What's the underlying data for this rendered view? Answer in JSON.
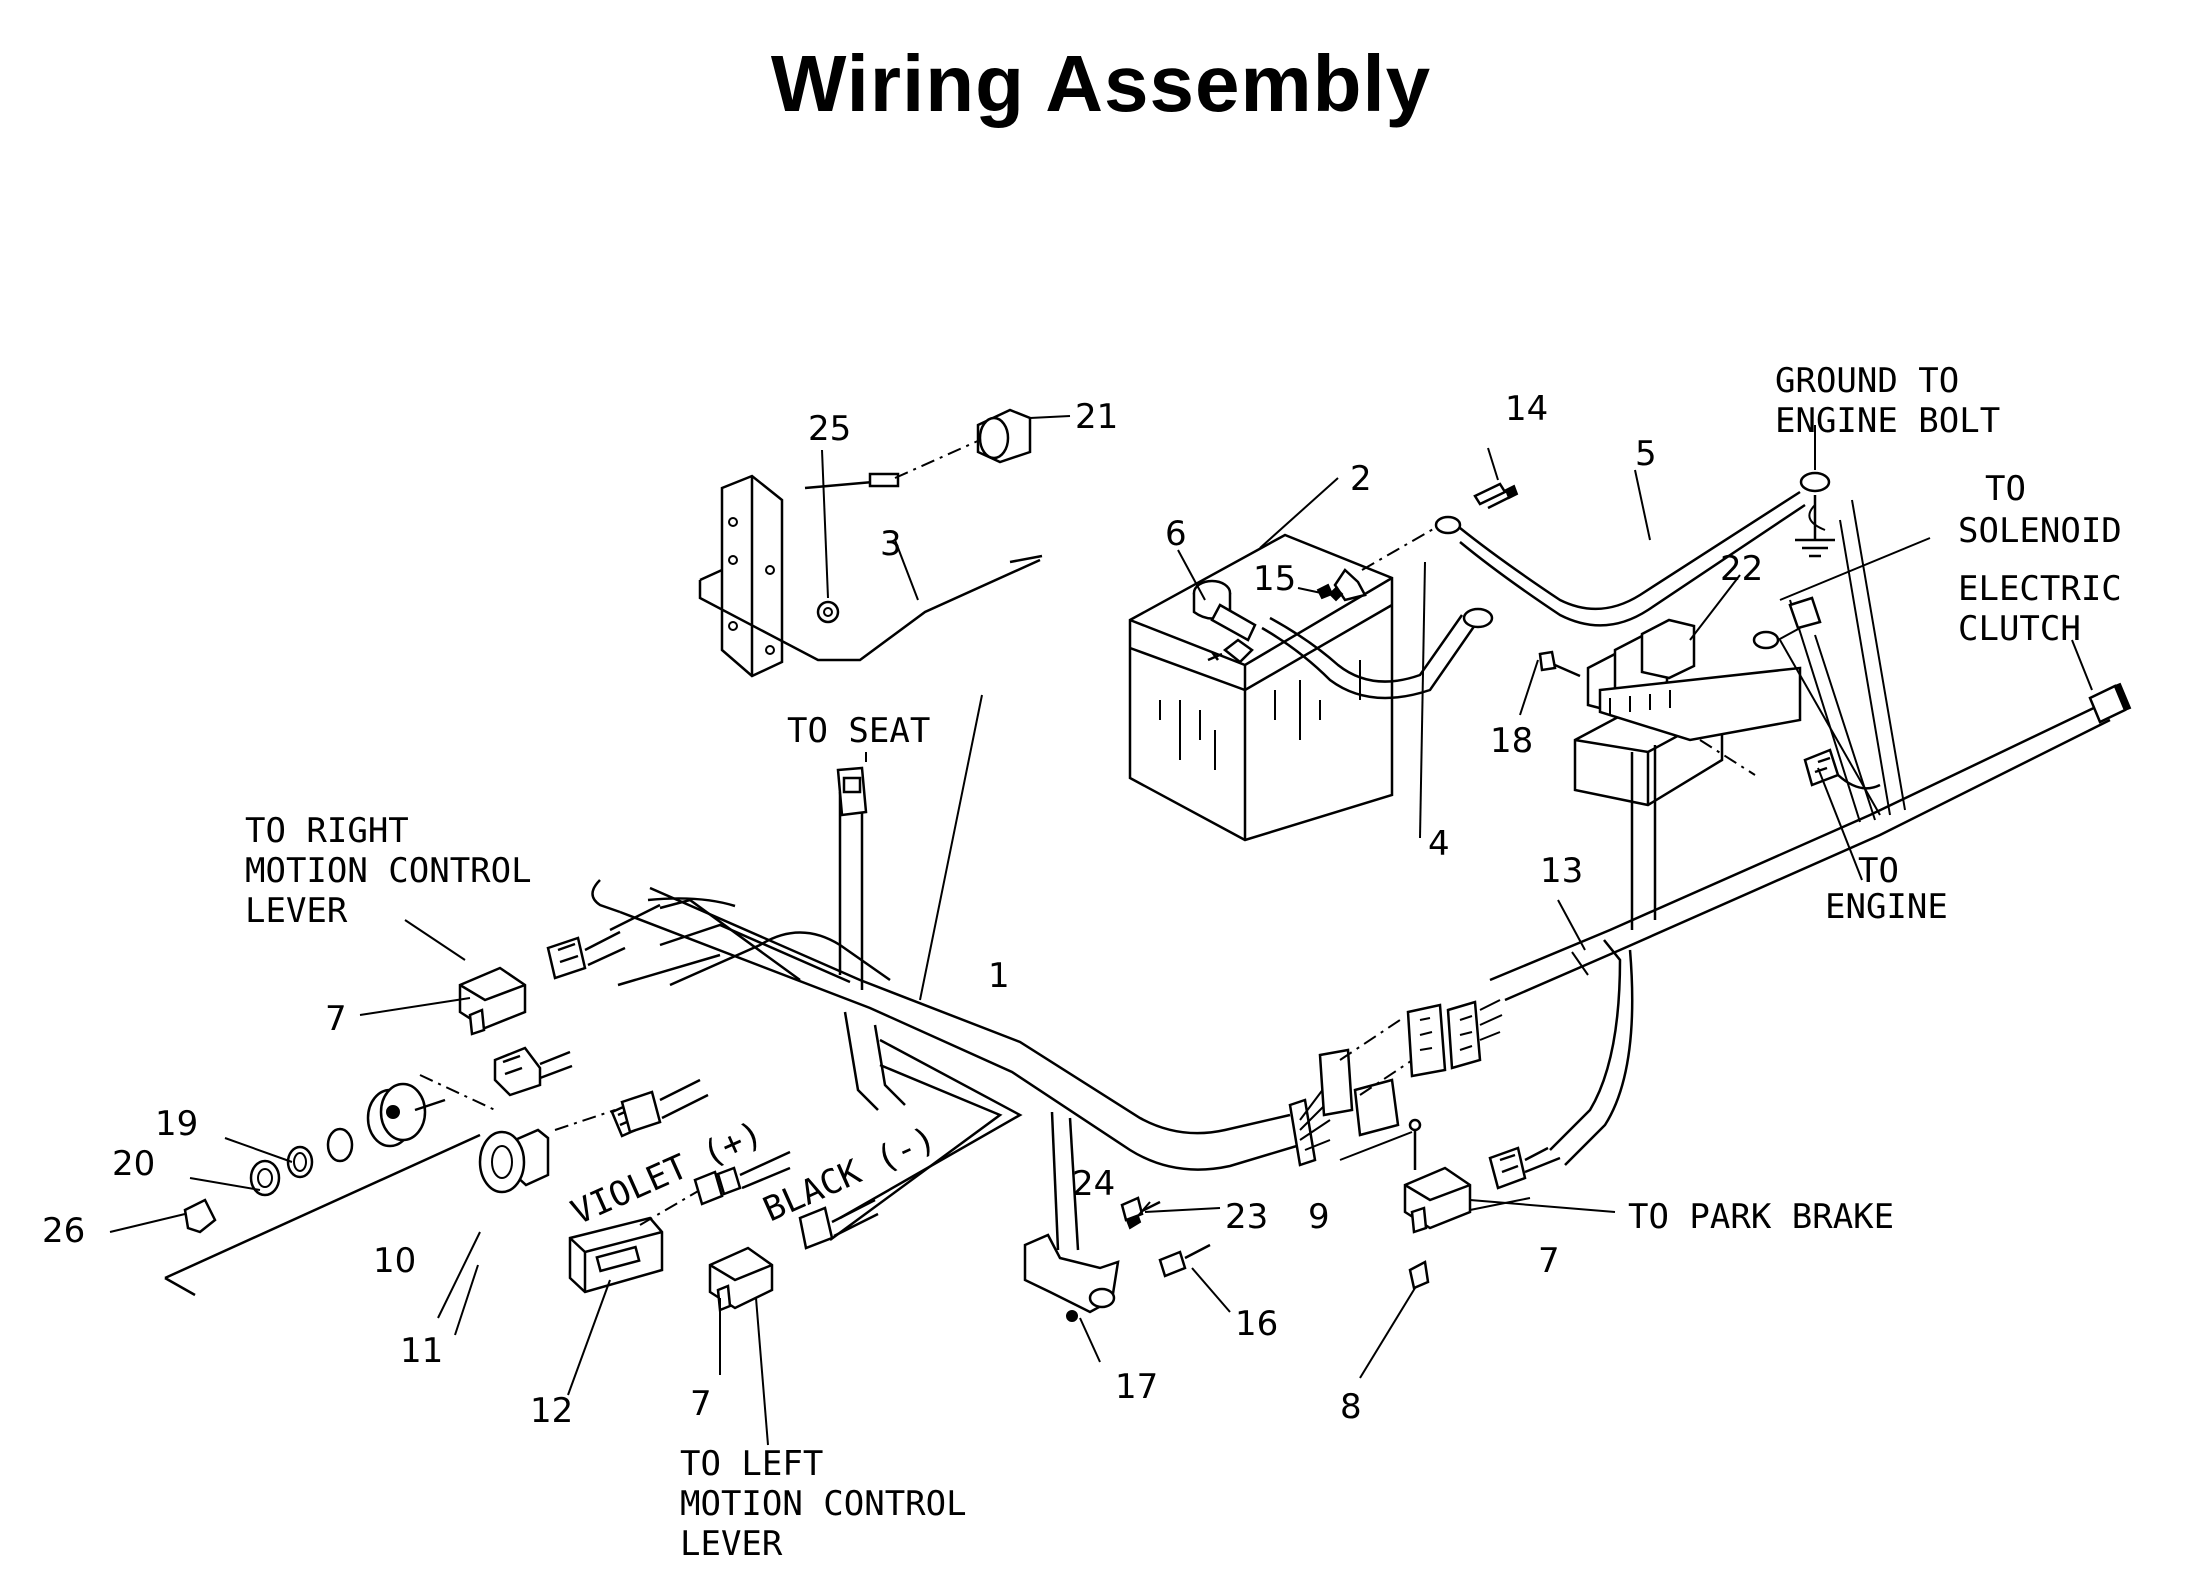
{
  "title": "Wiring Assembly",
  "labels": {
    "to_seat": "TO SEAT",
    "to_right_1": "TO RIGHT",
    "to_right_2": "MOTION CONTROL",
    "to_right_3": "LEVER",
    "to_left_1": "TO LEFT",
    "to_left_2": "MOTION CONTROL",
    "to_left_3": "LEVER",
    "ground_1": "GROUND TO",
    "ground_2": "ENGINE BOLT",
    "solenoid_1": "TO",
    "solenoid_2": "SOLENOID",
    "clutch_1": "ELECTRIC",
    "clutch_2": "CLUTCH",
    "engine_1": "TO",
    "engine_2": "ENGINE",
    "park_brake": "TO PARK BRAKE",
    "violet": "VIOLET (+)",
    "black": "BLACK (-)"
  },
  "callouts": {
    "n1": "1",
    "n2": "2",
    "n3": "3",
    "n4": "4",
    "n5": "5",
    "n6": "6",
    "n7a": "7",
    "n7b": "7",
    "n7c": "7",
    "n8": "8",
    "n9": "9",
    "n10": "10",
    "n11": "11",
    "n12": "12",
    "n13": "13",
    "n14": "14",
    "n15": "15",
    "n16": "16",
    "n17": "17",
    "n18": "18",
    "n19": "19",
    "n20": "20",
    "n21": "21",
    "n22": "22",
    "n23": "23",
    "n24": "24",
    "n25": "25",
    "n26": "26"
  }
}
